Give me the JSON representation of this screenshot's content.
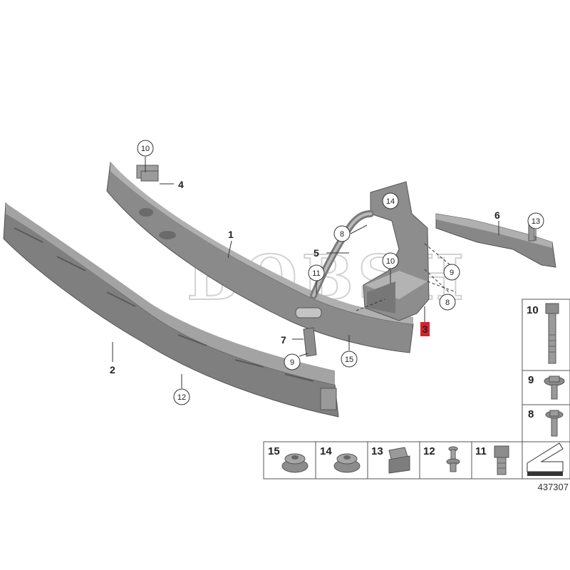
{
  "diagram": {
    "reference_number": "437307",
    "watermark": "BOBSH",
    "callouts": {
      "c1": "1",
      "c2": "2",
      "c3": "3",
      "c4": "4",
      "c5": "5",
      "c6": "6",
      "c7": "7",
      "c8a": "8",
      "c8b": "8",
      "c9a": "9",
      "c9b": "9",
      "c10a": "10",
      "c10b": "10",
      "c11": "11",
      "c12": "12",
      "c13": "13",
      "c14": "14",
      "c15": "15"
    },
    "fastener_boxes_right": [
      "10",
      "9",
      "8"
    ],
    "fastener_boxes_bottom": [
      "15",
      "14",
      "13",
      "12",
      "11"
    ],
    "highlight_color": "#d8202a",
    "part_color": "#8d8d8d"
  }
}
